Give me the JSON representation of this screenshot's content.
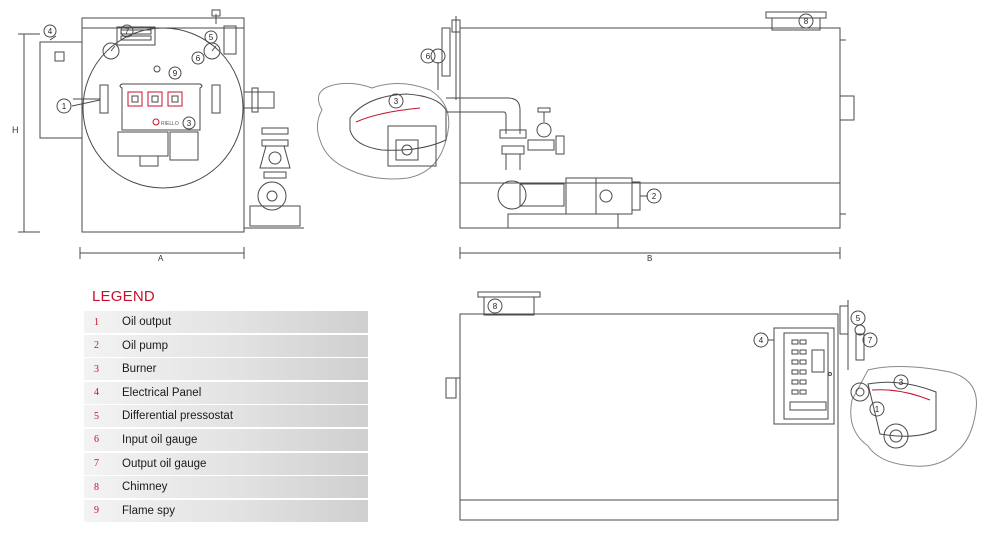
{
  "dimensions": {
    "height_label": "H",
    "width_label": "A",
    "length_label": "B"
  },
  "callouts": {
    "front": [
      "4",
      "1",
      "7",
      "5",
      "6",
      "9",
      "3"
    ],
    "side": [
      "6",
      "3",
      "2",
      "8"
    ],
    "rear": [
      "8",
      "4",
      "5",
      "7",
      "3",
      "1"
    ]
  },
  "burner_brand": "RIELLO",
  "legend": {
    "title": "LEGEND",
    "items": [
      {
        "num": "1",
        "label": "Oil output"
      },
      {
        "num": "2",
        "label": "Oil pump"
      },
      {
        "num": "3",
        "label": "Burner"
      },
      {
        "num": "4",
        "label": "Electrical Panel"
      },
      {
        "num": "5",
        "label": "Differential pressostat"
      },
      {
        "num": "6",
        "label": "Input oil gauge"
      },
      {
        "num": "7",
        "label": "Output oil gauge"
      },
      {
        "num": "8",
        "label": "Chimney"
      },
      {
        "num": "9",
        "label": "Flame spy"
      }
    ]
  },
  "colors": {
    "line": "#4a4a4a",
    "legend_accent": "#c8102e",
    "burner_accent": "#c8102e"
  }
}
